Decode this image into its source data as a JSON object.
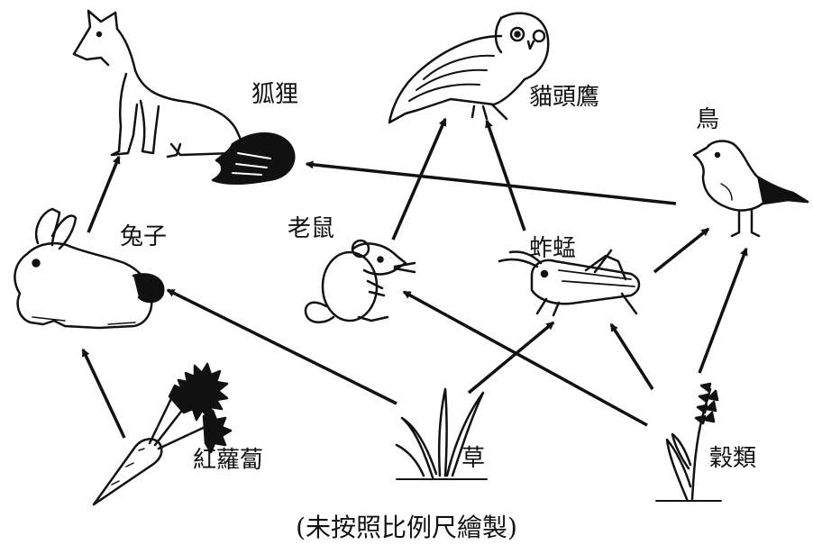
{
  "organisms": {
    "fox": "狐狸",
    "owl": "貓頭鷹",
    "bird": "鳥",
    "rabbit": "兔子",
    "mouse": "老鼠",
    "grasshopper": "蚱蜢",
    "carrot": "紅蘿蔔",
    "grass": "草",
    "grain": "穀類"
  },
  "caption": "(未按照比例尺繪製)",
  "colors": {
    "ink": "#111111",
    "background": "#ffffff"
  },
  "arrows": [
    {
      "from": "rabbit",
      "to": "fox"
    },
    {
      "from": "bird",
      "to": "fox"
    },
    {
      "from": "mouse",
      "to": "owl"
    },
    {
      "from": "grasshopper",
      "to": "owl"
    },
    {
      "from": "grasshopper",
      "to": "bird"
    },
    {
      "from": "grain",
      "to": "bird"
    },
    {
      "from": "carrot",
      "to": "rabbit"
    },
    {
      "from": "grass",
      "to": "rabbit"
    },
    {
      "from": "grass",
      "to": "grasshopper"
    },
    {
      "from": "grain",
      "to": "mouse"
    },
    {
      "from": "grain",
      "to": "grasshopper"
    }
  ]
}
